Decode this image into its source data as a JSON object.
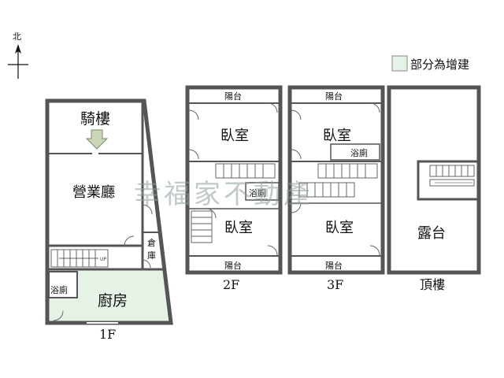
{
  "compass": {
    "label": "北"
  },
  "legend": {
    "label": "部分為增建",
    "color": "#e6f2e6"
  },
  "watermark": "幸福家不動產",
  "floors": {
    "f1": {
      "label": "1F",
      "arcade": "騎樓",
      "business_hall": "營業廳",
      "storage": "倉庫",
      "bath": "浴廁",
      "kitchen": "廚房",
      "stair_up": "UP"
    },
    "f2": {
      "label": "2F",
      "balcony_top": "陽台",
      "bedroom_top": "臥室",
      "bath": "浴廁",
      "bedroom_bottom": "臥室",
      "balcony_bottom": "陽台"
    },
    "f3": {
      "label": "3F",
      "balcony_top": "陽台",
      "bedroom_top": "臥室",
      "bath": "浴廁",
      "bedroom_bottom": "臥室",
      "balcony_bottom": "陽台"
    },
    "roof": {
      "label": "頂樓",
      "terrace": "露台"
    }
  },
  "colors": {
    "wall": "#555555",
    "wall_inner": "#ffffff",
    "addition_fill": "#e6f2e6",
    "arrow_fill": "#c9d6b8"
  }
}
